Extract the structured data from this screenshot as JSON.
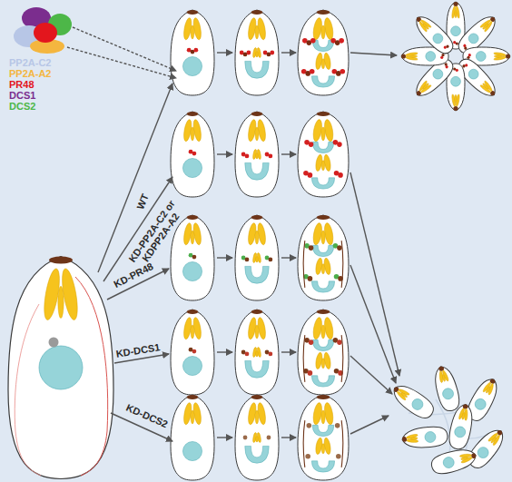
{
  "diagram": {
    "labels": [
      "WT",
      "KD-PP2A-C2 or KDPP2A-A2",
      "KD-PR48",
      "KD-DCS1",
      "KD-DCS2"
    ],
    "legend": [
      {
        "text": "PP2A-C2",
        "color": "#b7c6e6"
      },
      {
        "text": "PP2A-A2",
        "color": "#f4b63f"
      },
      {
        "text": "PR48",
        "color": "#e3161d"
      },
      {
        "text": "DCS1",
        "color": "#7b2d8e"
      },
      {
        "text": "DCS2",
        "color": "#4db748"
      }
    ]
  }
}
